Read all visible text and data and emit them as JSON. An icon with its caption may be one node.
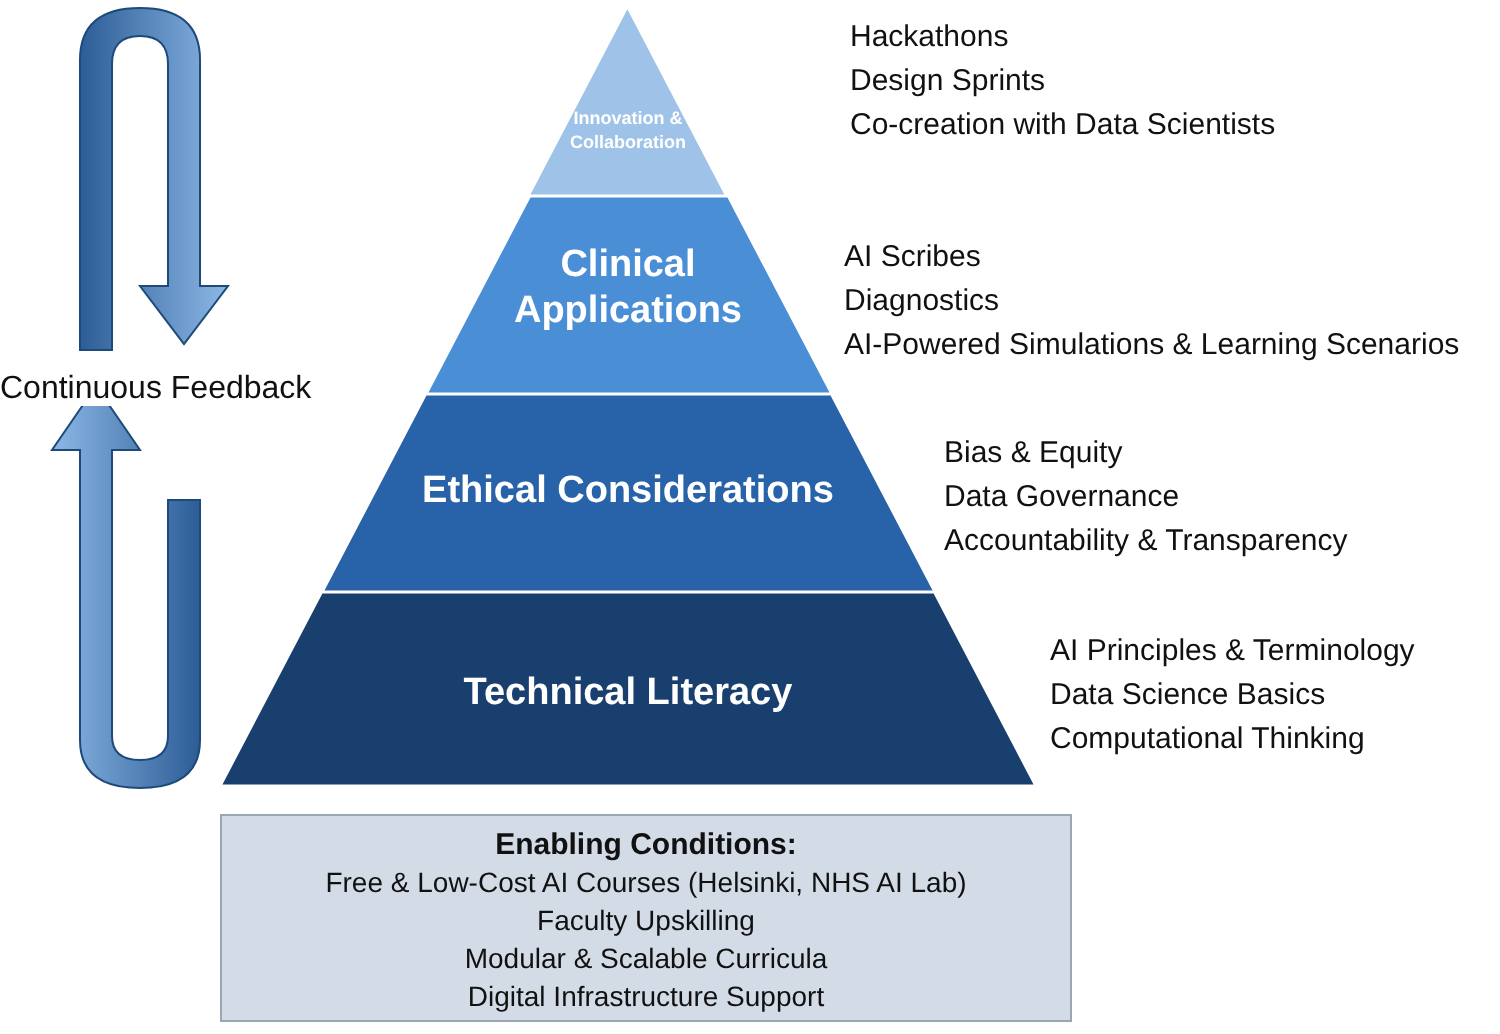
{
  "diagram": {
    "nodes": [
      {
        "text": [
          "Innovation & Collaboration"
        ],
        "beside": [
          "Hackathons",
          "Design Sprints",
          "Co-creation with Data Scientists"
        ]
      },
      {
        "text": [
          "Clinical Applications"
        ],
        "beside": [
          "AI Scribes",
          "Diagnostics",
          "AI-Powered Simulations & Learning Scenarios"
        ]
      },
      {
        "text": [
          "Ethical Considerations"
        ],
        "beside": [
          "Bias & Equity",
          "Data Governance",
          "Accountability & Transparency"
        ]
      },
      {
        "text": [
          "Technical Literacy"
        ],
        "beside": [
          "AI Principles & Terminology",
          "Data Science Basics",
          "Computational Thinking"
        ]
      },
      {
        "text": [
          "Enabling Conditions:",
          "Free & Low-Cost AI Courses (Helsinki, NHS AI Lab)",
          "Faculty Upskilling",
          "Modular & Scalable Curricula",
          "Digital Infrastructure Support"
        ]
      },
      {
        "text": [
          "Continuous Feedback"
        ]
      }
    ],
    "edges": []
  }
}
